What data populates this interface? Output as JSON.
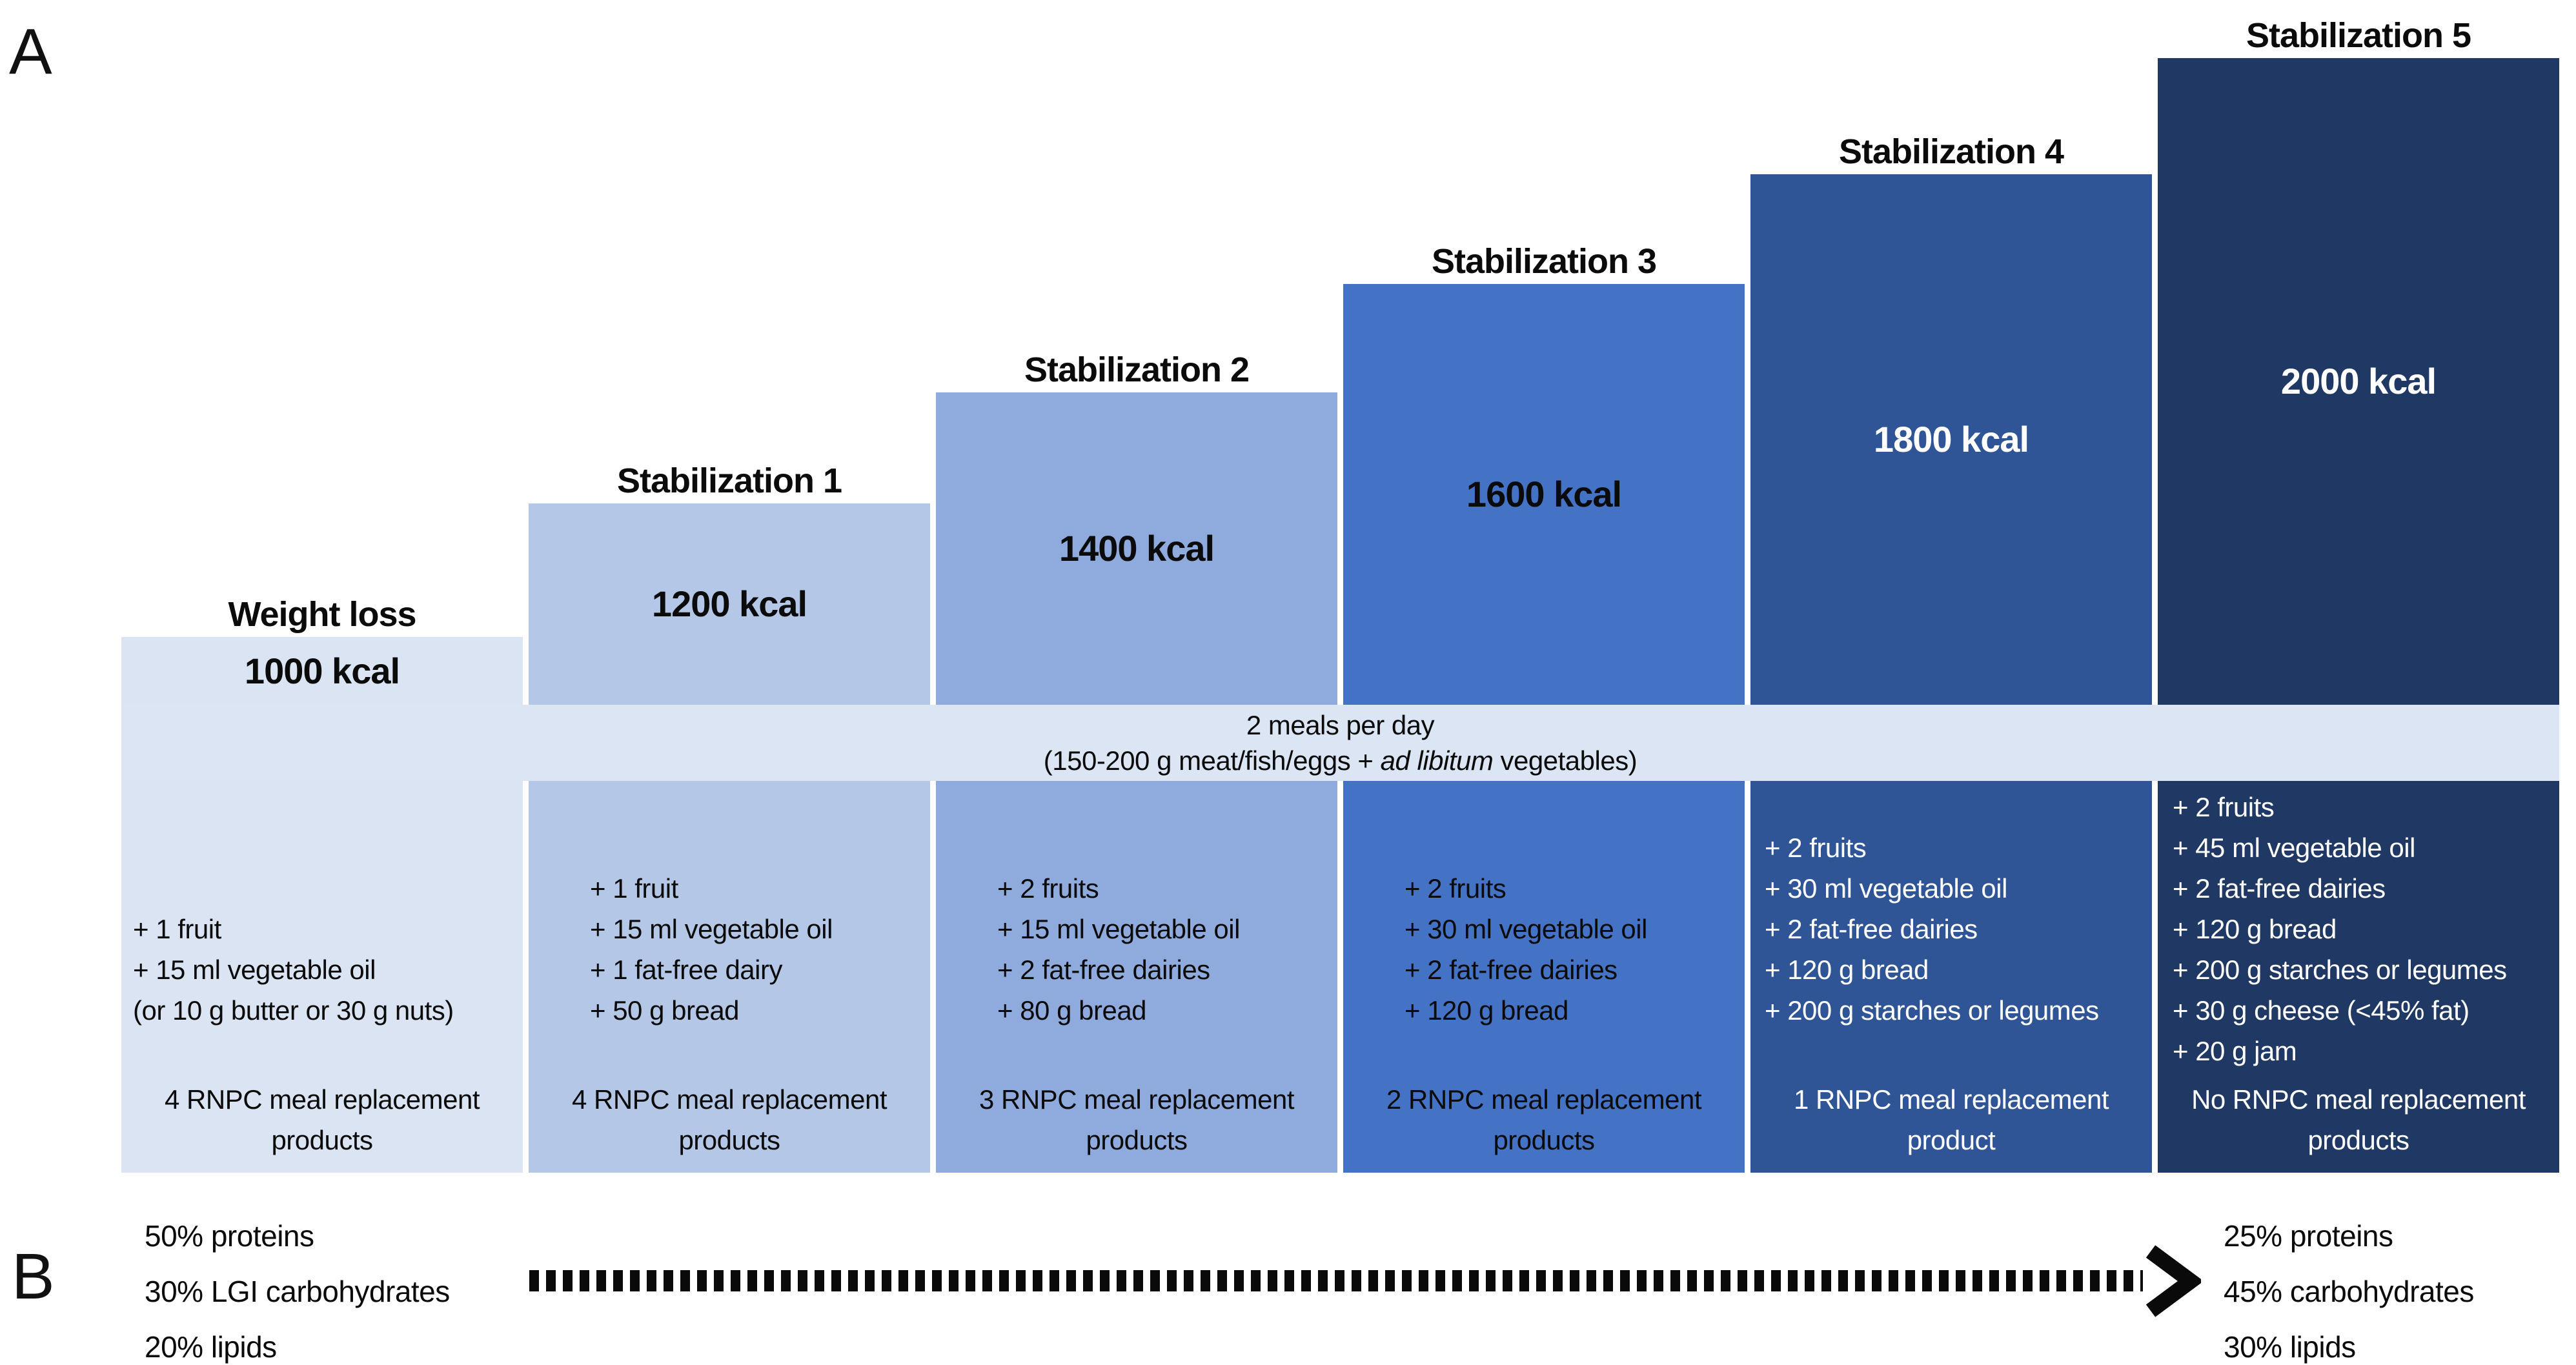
{
  "panel_a_label": "A",
  "panel_b_label": "B",
  "columns": [
    {
      "title": "Weight loss",
      "kcal": "1000 kcal",
      "items": [
        "+ 1 fruit",
        "+ 15 ml vegetable oil",
        "(or 10 g butter or 30 g nuts)"
      ],
      "rnpc": "4 RNPC meal replacement products"
    },
    {
      "title": "Stabilization 1",
      "kcal": "1200 kcal",
      "items": [
        "+ 1 fruit",
        "+ 15 ml vegetable oil",
        "+ 1 fat-free dairy",
        "+ 50 g bread"
      ],
      "rnpc": "4 RNPC meal replacement products"
    },
    {
      "title": "Stabilization 2",
      "kcal": "1400 kcal",
      "items": [
        "+ 2 fruits",
        "+ 15 ml vegetable oil",
        "+ 2 fat-free dairies",
        "+ 80 g bread"
      ],
      "rnpc": "3 RNPC meal replacement products"
    },
    {
      "title": "Stabilization 3",
      "kcal": "1600 kcal",
      "items": [
        "+ 2 fruits",
        "+ 30 ml vegetable oil",
        "+ 2 fat-free dairies",
        "+ 120 g bread"
      ],
      "rnpc": "2 RNPC meal replacement products"
    },
    {
      "title": "Stabilization 4",
      "kcal": "1800 kcal",
      "items": [
        "+ 2 fruits",
        "+ 30 ml vegetable oil",
        "+ 2 fat-free dairies",
        "+ 120 g bread",
        "+ 200 g starches or legumes"
      ],
      "rnpc": "1 RNPC meal replacement product"
    },
    {
      "title": "Stabilization 5",
      "kcal": "2000 kcal",
      "items": [
        "+ 2 fruits",
        "+ 45 ml vegetable oil",
        "+ 2 fat-free dairies",
        "+ 120 g bread",
        "+ 200 g starches or legumes",
        "+ 30 g cheese (<45% fat)",
        "+ 20 g jam"
      ],
      "rnpc": "No RNPC meal replacement products"
    }
  ],
  "band": {
    "line1": "2 meals per day",
    "line2_prefix": "(150-200 g meat/fish/eggs + ",
    "line2_italic": "ad libitum",
    "line2_suffix": " vegetables)"
  },
  "macros_start": [
    "50% proteins",
    "30% LGI carbohydrates",
    "20% lipids"
  ],
  "macros_end": [
    "25% proteins",
    "45% carbohydrates",
    "30% lipids"
  ],
  "colors": {
    "columns": [
      "#dbe4f3",
      "#b4c7e7",
      "#8faadc",
      "#4472c4",
      "#2f5597",
      "#203864"
    ],
    "band": "#dce5f4",
    "dark_text": "#0b0b0b",
    "light_text": "#ffffff",
    "arrow": "#0a0a0a"
  }
}
